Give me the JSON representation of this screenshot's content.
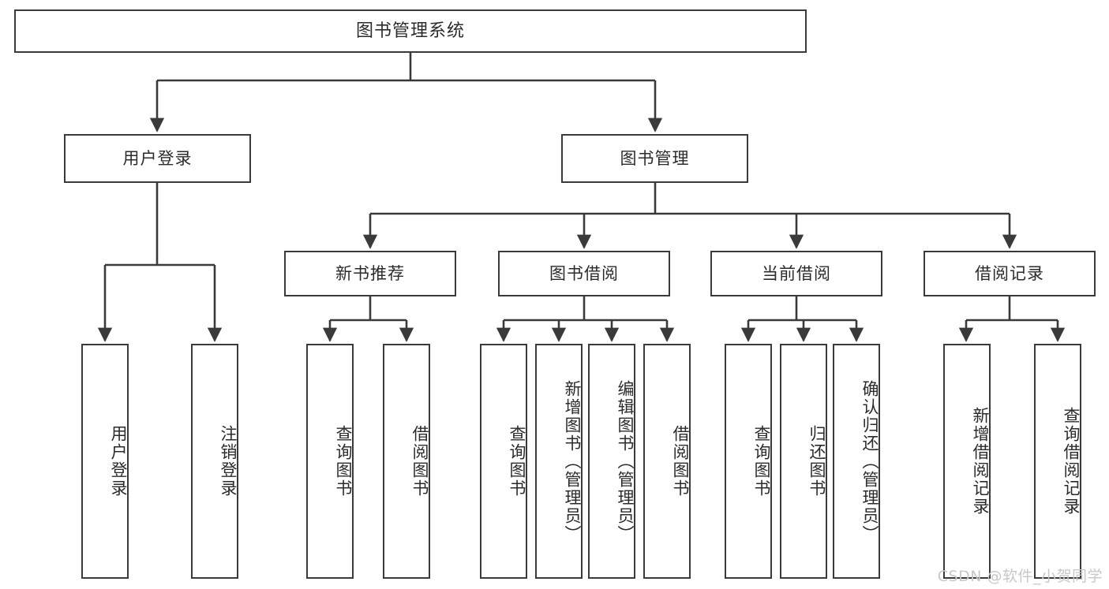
{
  "diagram": {
    "title": "图书管理系统",
    "type": "tree",
    "orientation": "top-down",
    "colors": {
      "box_border": "#3a3a3a",
      "box_fill": "#ffffff",
      "connector": "#3a3a3a",
      "text": "#2b2b2b",
      "watermark": "#c8c8c8"
    },
    "root": {
      "label": "图书管理系统"
    },
    "level2": [
      {
        "id": "user-login",
        "label": "用户登录"
      },
      {
        "id": "book-manage",
        "label": "图书管理"
      }
    ],
    "level3": [
      {
        "id": "new-book-rec",
        "label": "新书推荐"
      },
      {
        "id": "book-borrow",
        "label": "图书借阅"
      },
      {
        "id": "current-borrow",
        "label": "当前借阅"
      },
      {
        "id": "borrow-record",
        "label": "借阅记录"
      }
    ],
    "leaves": {
      "user-login": [
        {
          "id": "leaf-user-login",
          "label": "用户登录"
        },
        {
          "id": "leaf-logout-login",
          "label": "注销登录"
        }
      ],
      "new-book-rec": [
        {
          "id": "leaf-query-book-1",
          "label": "查询图书"
        },
        {
          "id": "leaf-borrow-book-1",
          "label": "借阅图书"
        }
      ],
      "book-borrow": [
        {
          "id": "leaf-query-book-2",
          "label": "查询图书"
        },
        {
          "id": "leaf-add-book",
          "label": "新增图书（管理员）"
        },
        {
          "id": "leaf-edit-book",
          "label": "编辑图书（管理员）"
        },
        {
          "id": "leaf-borrow-book-2",
          "label": "借阅图书"
        }
      ],
      "current-borrow": [
        {
          "id": "leaf-query-book-3",
          "label": "查询图书"
        },
        {
          "id": "leaf-return-book",
          "label": "归还图书"
        },
        {
          "id": "leaf-confirm-return",
          "label": "确认归还（管理员）"
        }
      ],
      "borrow-record": [
        {
          "id": "leaf-add-record",
          "label": "新增借阅记录"
        },
        {
          "id": "leaf-query-record",
          "label": "查询借阅记录"
        }
      ]
    }
  },
  "watermark": {
    "text": "CSDN @软件_小贺同学"
  }
}
